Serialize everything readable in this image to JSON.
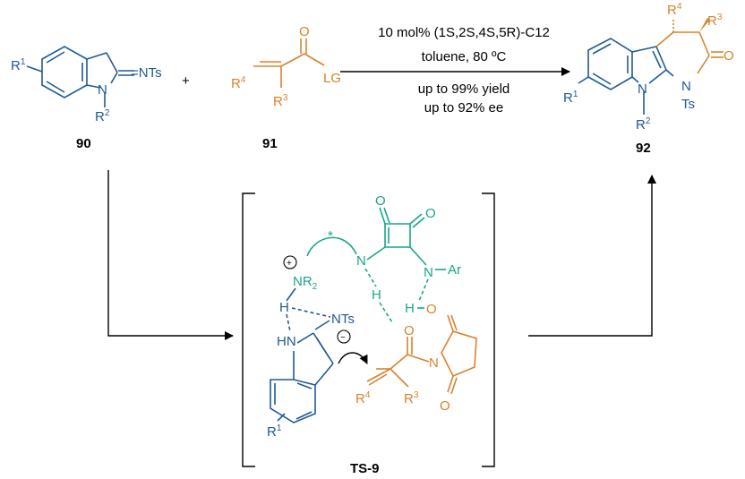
{
  "reaction": {
    "conditions_line1": "10 mol% (1S,2S,4S,5R)-C12",
    "conditions_line2": "toluene, 80 ºC",
    "result_line1": "up to 99% yield",
    "result_line2": "up to 92% ee",
    "plus": "+"
  },
  "compound_90": {
    "number": "90",
    "labels": {
      "r1": "R",
      "r1_sup": "1",
      "nts": "=NTs",
      "n": "N",
      "r2": "R",
      "r2_sup": "2"
    }
  },
  "compound_91": {
    "number": "91",
    "labels": {
      "r4": "R",
      "r4_sup": "4",
      "o": "O",
      "lg": "LG",
      "r3": "R",
      "r3_sup": "3"
    }
  },
  "compound_92": {
    "number": "92",
    "labels": {
      "r4": "R",
      "r4_sup": "4",
      "r3": "R",
      "r3_sup": "3",
      "o": "O",
      "n1": "N",
      "ts": "Ts",
      "n2": "N",
      "r1": "R",
      "r1_sup": "1",
      "r2": "R",
      "r2_sup": "2"
    }
  },
  "ts9": {
    "label": "TS-9",
    "labels": {
      "star": "*",
      "plus_sign": "+",
      "nr2": "NR",
      "nr2_sub": "2",
      "n_left": "N",
      "n_ar": "N",
      "ar": "Ar",
      "o1": "O",
      "o2": "O",
      "h_teal": "H",
      "h_teal2": "H",
      "o_succ": "O",
      "h_blue": "H",
      "nts": "NTs",
      "minus_sign": "−",
      "hn": "HN",
      "r1": "R",
      "r1_sup": "1",
      "o_carb": "O",
      "n_succ": "N",
      "o_succ2": "O",
      "r4": "R",
      "r4_sup": "4",
      "r3": "R",
      "r3_sup": "3"
    }
  },
  "colors": {
    "blue": "#1f5a94",
    "orange": "#d9822b",
    "teal": "#1aa58a"
  }
}
